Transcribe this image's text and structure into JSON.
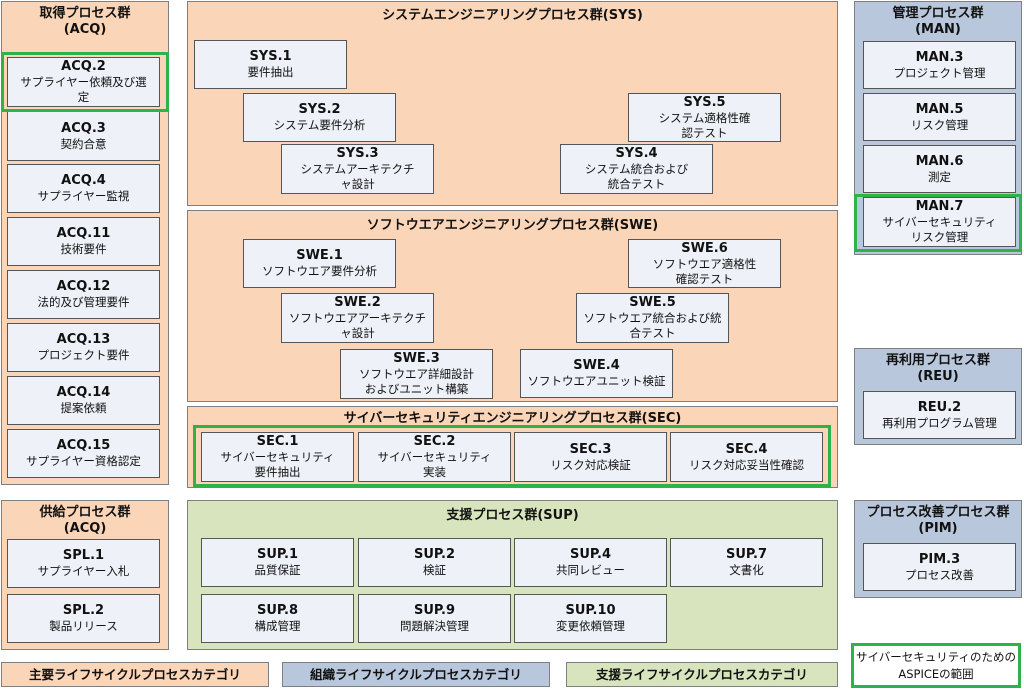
{
  "acq": {
    "title": "取得プロセス群",
    "sub": "(ACQ)",
    "items": [
      {
        "id": "ACQ.2",
        "name": "サプライヤー依頼及び選定"
      },
      {
        "id": "ACQ.3",
        "name": "契約合意"
      },
      {
        "id": "ACQ.4",
        "name": "サプライヤー監視"
      },
      {
        "id": "ACQ.11",
        "name": "技術要件"
      },
      {
        "id": "ACQ.12",
        "name": "法的及び管理要件"
      },
      {
        "id": "ACQ.13",
        "name": "プロジェクト要件"
      },
      {
        "id": "ACQ.14",
        "name": "提案依頼"
      },
      {
        "id": "ACQ.15",
        "name": "サプライヤー資格認定"
      }
    ]
  },
  "sys": {
    "title": "システムエンジニアリングプロセス群(SYS)",
    "items": [
      {
        "id": "SYS.1",
        "name": "要件抽出"
      },
      {
        "id": "SYS.2",
        "name": "システム要件分析"
      },
      {
        "id": "SYS.3",
        "name": "システムアーキテクチャ設計"
      },
      {
        "id": "SYS.4",
        "name": "システム統合および統合テスト"
      },
      {
        "id": "SYS.5",
        "name": "システム適格性確認テスト"
      }
    ]
  },
  "swe": {
    "title": "ソフトウエアエンジニアリングプロセス群(SWE)",
    "items": [
      {
        "id": "SWE.1",
        "name": "ソフトウエア要件分析"
      },
      {
        "id": "SWE.2",
        "name": "ソフトウエアアーキテクチャ設計"
      },
      {
        "id": "SWE.3",
        "name": "ソフトウエア詳細設計およびユニット構築"
      },
      {
        "id": "SWE.4",
        "name": "ソフトウエアユニット検証"
      },
      {
        "id": "SWE.5",
        "name": "ソフトウエア統合および統合テスト"
      },
      {
        "id": "SWE.6",
        "name": "ソフトウエア適格性確認テスト"
      }
    ]
  },
  "sec": {
    "title": "サイバーセキュリティエンジニアリングプロセス群(SEC)",
    "items": [
      {
        "id": "SEC.1",
        "name": "サイバーセキュリティ要件抽出"
      },
      {
        "id": "SEC.2",
        "name": "サイバーセキュリティ実装"
      },
      {
        "id": "SEC.3",
        "name": "リスク対応検証"
      },
      {
        "id": "SEC.4",
        "name": "リスク対応妥当性確認"
      }
    ]
  },
  "man": {
    "title": "管理プロセス群",
    "sub": "(MAN)",
    "items": [
      {
        "id": "MAN.3",
        "name": "プロジェクト管理"
      },
      {
        "id": "MAN.5",
        "name": "リスク管理"
      },
      {
        "id": "MAN.6",
        "name": "測定"
      },
      {
        "id": "MAN.7",
        "name": "サイバーセキュリティリスク管理"
      }
    ]
  },
  "reu": {
    "title": "再利用プロセス群",
    "sub": "(REU)",
    "items": [
      {
        "id": "REU.2",
        "name": "再利用プログラム管理"
      }
    ]
  },
  "spl": {
    "title": "供給プロセス群",
    "sub": "(ACQ)",
    "items": [
      {
        "id": "SPL.1",
        "name": "サプライヤー入札"
      },
      {
        "id": "SPL.2",
        "name": "製品リリース"
      }
    ]
  },
  "sup": {
    "title": "支援プロセス群(SUP)",
    "items": [
      {
        "id": "SUP.1",
        "name": "品質保証"
      },
      {
        "id": "SUP.2",
        "name": "検証"
      },
      {
        "id": "SUP.4",
        "name": "共同レビュー"
      },
      {
        "id": "SUP.7",
        "name": "文書化"
      },
      {
        "id": "SUP.8",
        "name": "構成管理"
      },
      {
        "id": "SUP.9",
        "name": "問題解決管理"
      },
      {
        "id": "SUP.10",
        "name": "変更依頼管理"
      }
    ]
  },
  "pim": {
    "title": "プロセス改善プロセス群",
    "sub": "(PIM)",
    "items": [
      {
        "id": "PIM.3",
        "name": "プロセス改善"
      }
    ]
  },
  "categories": {
    "primary": "主要ライフサイクルプロセスカテゴリ",
    "organizational": "組織ライフサイクルプロセスカテゴリ",
    "supporting": "支援ライフサイクルプロセスカテゴリ"
  },
  "legend": {
    "line1": "サイバーセキュリティのための",
    "line2": "ASPICEの範囲"
  },
  "colors": {
    "primary": "#fbd5b8",
    "organizational": "#b9c7dc",
    "supporting": "#d8e4bd",
    "scope_highlight": "#2db34a"
  }
}
